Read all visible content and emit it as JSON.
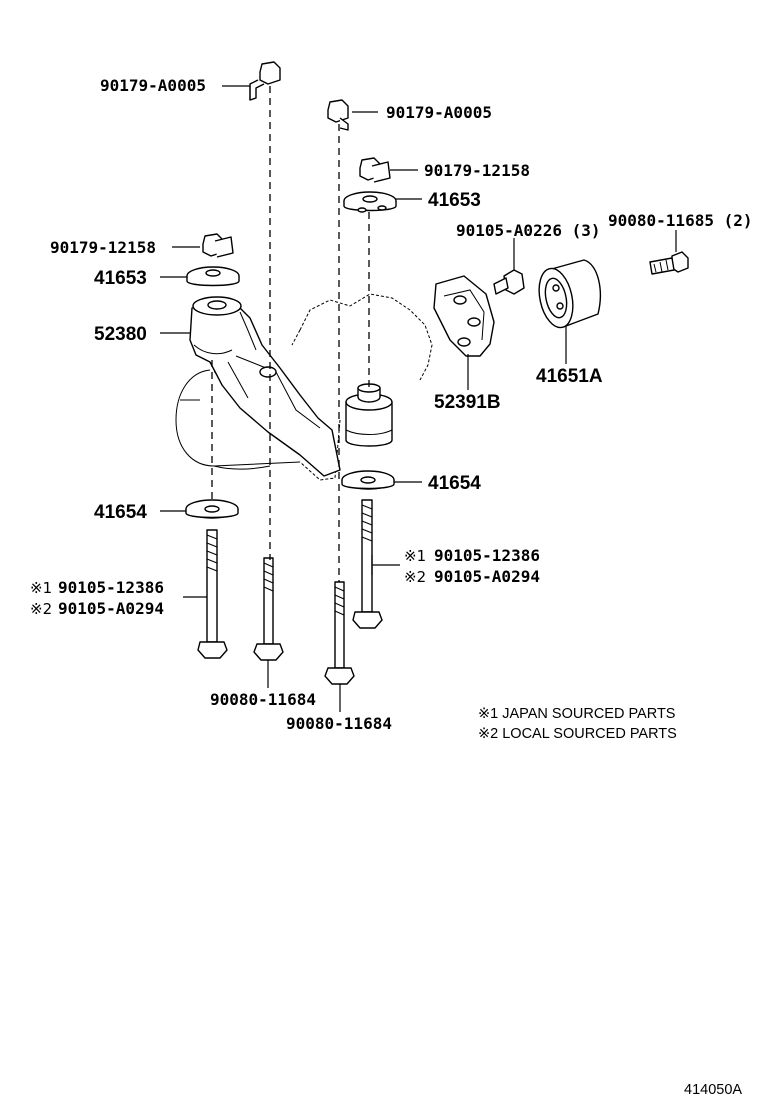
{
  "labels": {
    "p_a0005_top": "90179-A0005",
    "p_a0005_right": "90179-A0005",
    "p_12158_right": "90179-12158",
    "p_41653_right": "41653",
    "p_a0226": "90105-A0226 (3)",
    "p_11685": "90080-11685 (2)",
    "p_12158_left": "90179-12158",
    "p_41653_left": "41653",
    "p_52380": "52380",
    "p_52391b": "52391B",
    "p_41651a": "41651A",
    "p_41654_right": "41654",
    "p_41654_left": "41654",
    "p_12386_right": "90105-12386",
    "p_a0294_right": "90105-A0294",
    "p_12386_left": "90105-12386",
    "p_a0294_left": "90105-A0294",
    "p_11684_a": "90080-11684",
    "p_11684_b": "90080-11684"
  },
  "marks": {
    "m1_right": "※1",
    "m2_right": "※2",
    "m1_left": "※1",
    "m2_left": "※2"
  },
  "notes": {
    "japan": "※1 JAPAN SOURCED PARTS",
    "local": "※2 LOCAL SOURCED PARTS"
  },
  "diagram_id": "414050A"
}
